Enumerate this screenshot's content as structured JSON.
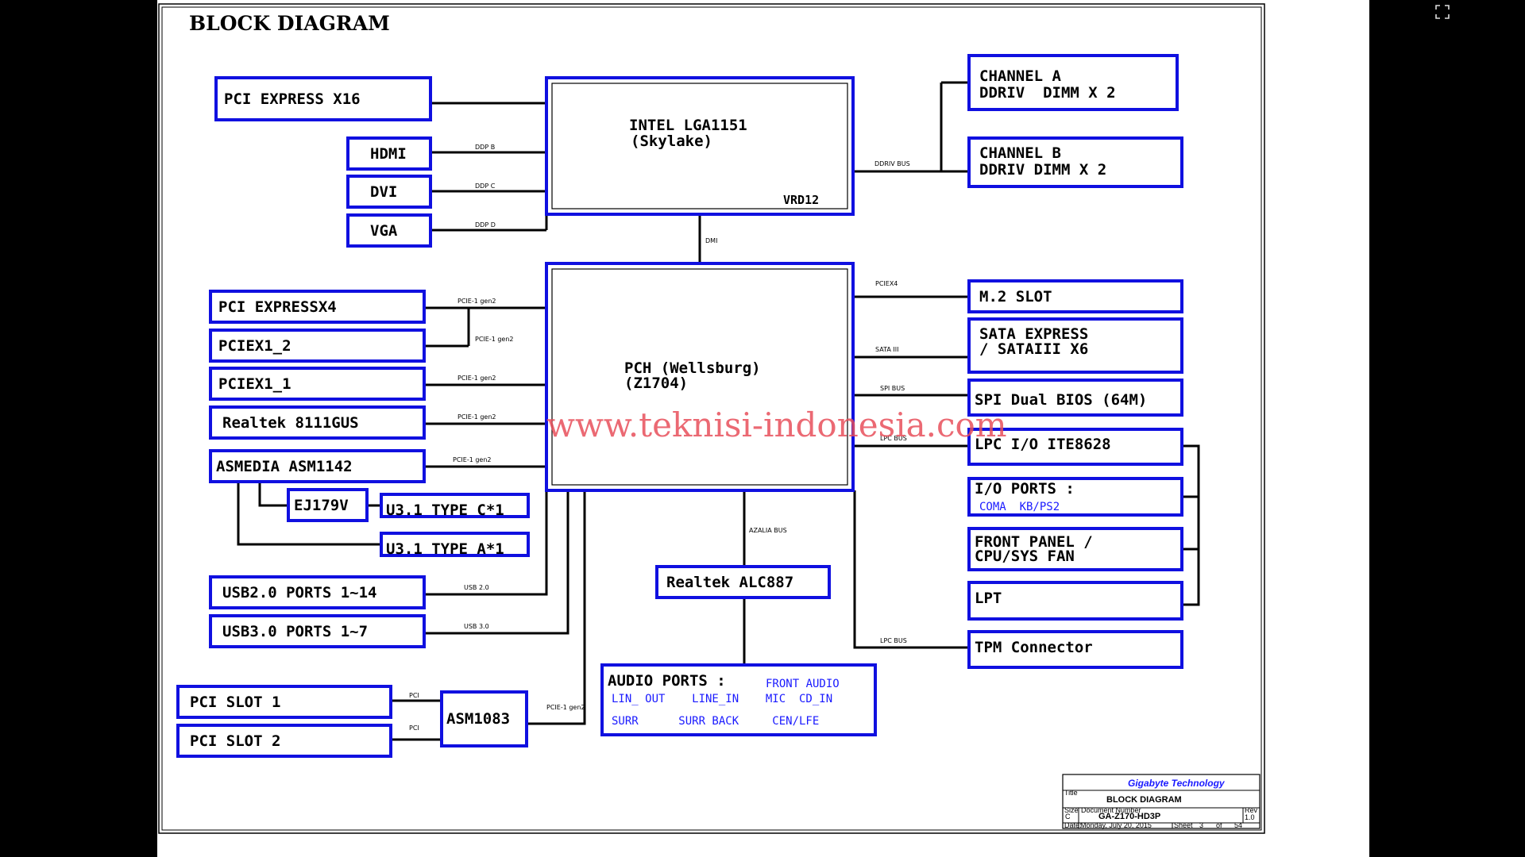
{
  "diagram": {
    "title": "BLOCK DIAGRAM",
    "watermark": "www.teknisi-indonesia.com",
    "cpu": {
      "line1": "INTEL LGA1151",
      "line2": "(Skylake)",
      "vrd": "VRD12"
    },
    "pch": {
      "line1": "PCH (Wellsburg)",
      "line2": "(Z1704)"
    },
    "blocks": {
      "pci_express_x16": "PCI EXPRESS X16",
      "hdmi": "HDMI",
      "dvi": "DVI",
      "vga": "VGA",
      "channel_a_1": "CHANNEL A",
      "channel_a_2": "DDRIV  DIMM X 2",
      "channel_b_1": "CHANNEL B",
      "channel_b_2": "DDRIV DIMM X 2",
      "pci_expressx4": "PCI EXPRESSX4",
      "pciex1_2": "PCIEX1_2",
      "pciex1_1": "PCIEX1_1",
      "realtek_8111gus": "Realtek 8111GUS",
      "asmedia": "ASMEDIA ASM1142",
      "ej179v": "EJ179V",
      "u31_type_c": "U3.1 TYPE C*1",
      "u31_type_a": "U3.1 TYPE A*1",
      "usb20": "USB2.0 PORTS 1~14",
      "usb30": "USB3.0 PORTS 1~7",
      "pci_slot_1": "PCI SLOT 1",
      "pci_slot_2": "PCI SLOT 2",
      "asm1083": "ASM1083",
      "realtek_alc887": "Realtek ALC887",
      "m2_slot": "M.2 SLOT",
      "sata_1": "SATA EXPRESS",
      "sata_2": "/ SATAIII X6",
      "spi_bios": "SPI Dual BIOS (64M)",
      "lpc_io": "LPC I/O ITE8628",
      "io_ports": "I/O PORTS :",
      "io_ports_sub": "COMA  KB/PS2",
      "front_panel_1": "FRONT PANEL /",
      "front_panel_2": "CPU/SYS FAN",
      "lpt": "LPT",
      "tpm": "TPM Connector",
      "audio_ports": "AUDIO PORTS :",
      "audio_front": "FRONT AUDIO",
      "audio_row1": "LIN_ OUT    LINE_IN    MIC  CD_IN",
      "audio_row2": "SURR      SURR BACK     CEN/LFE"
    },
    "buses": {
      "ddp_b": "DDP B",
      "ddp_c": "DDP C",
      "ddp_d": "DDP D",
      "ddriv_bus": "DDRIV BUS",
      "dmi": "DMI",
      "pcie_gen2": "PCIE-1 gen2",
      "pciex4": "PCIEX4",
      "sata_iii": "SATA III",
      "spi_bus": "SPI BUS",
      "lpc_bus": "LPC BUS",
      "azalia_bus": "AZALIA BUS",
      "usb_20": "USB 2.0",
      "usb_30": "USB 3.0",
      "pci": "PCI"
    },
    "title_block": {
      "company": "Gigabyte Technology",
      "title_label": "Title",
      "title": "BLOCK DIAGRAM",
      "size_label": "Size",
      "size": "C",
      "doc_label": "Document Number",
      "doc": "GA-Z170-HD3P",
      "rev_label": "Rev",
      "rev": "1.0",
      "date_label": "Date:",
      "date": "Monday, July 20, 2015",
      "sheet_label": "Sheet",
      "sheet": "3",
      "of_label": "of",
      "of": "54"
    }
  },
  "colors": {
    "box_border": "#1010e0",
    "watermark": "#e8505b",
    "sub_text": "#1a1aff"
  },
  "viewer": {
    "expand_icon": "expand-icon"
  }
}
